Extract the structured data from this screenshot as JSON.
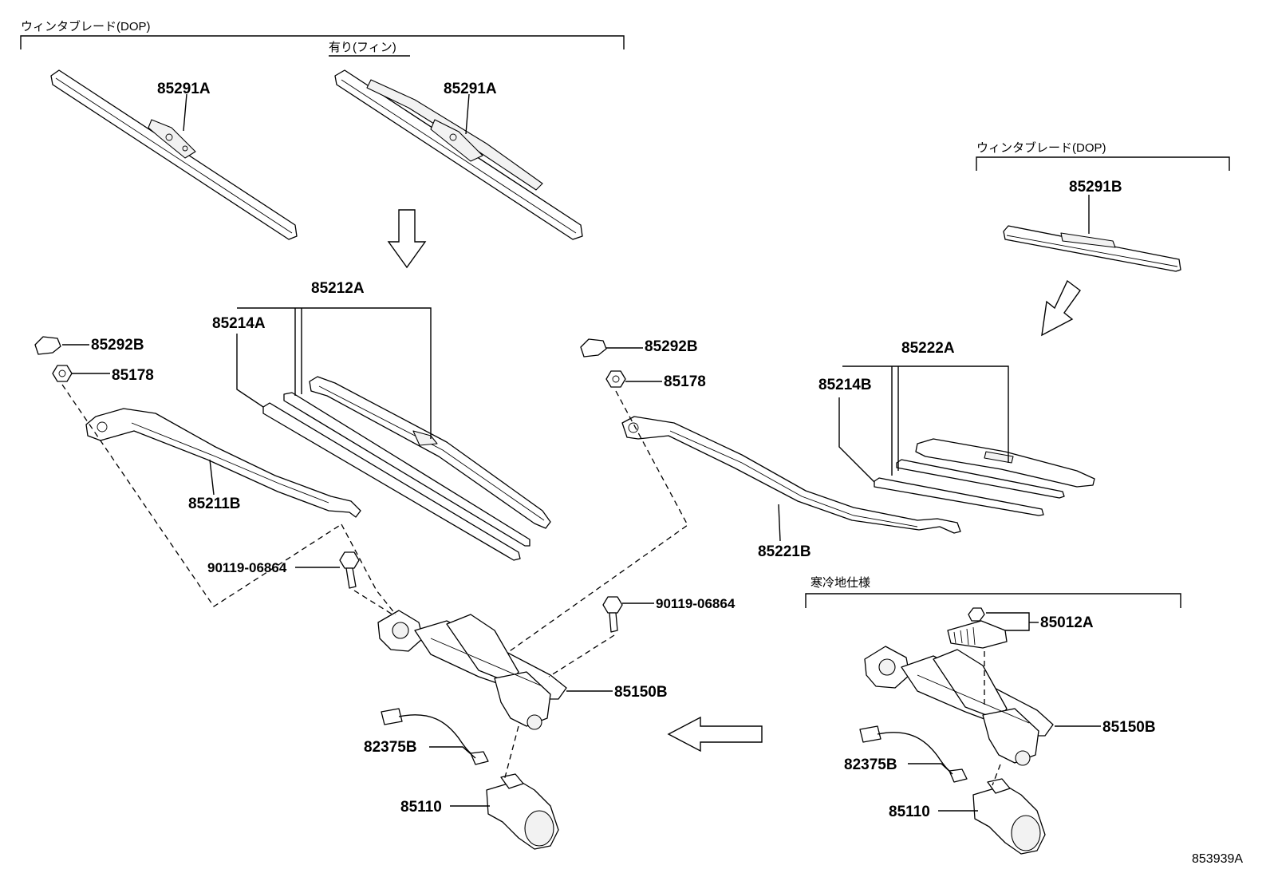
{
  "group_labels": {
    "dop_left": "ウィンタブレード(DOP)",
    "fin": "有り(フィン)",
    "dop_right": "ウィンタブレード(DOP)",
    "cold_region": "寒冷地仕様"
  },
  "part_numbers": {
    "p85291a_1": "85291A",
    "p85291a_2": "85291A",
    "p85291b": "85291B",
    "p85212a": "85212A",
    "p85214a": "85214A",
    "p85292b_l": "85292B",
    "p85178_l": "85178",
    "p85211b": "85211B",
    "p90119_l": "90119-06864",
    "p85292b_r": "85292B",
    "p85178_r": "85178",
    "p90119_r": "90119-06864",
    "p85222a": "85222A",
    "p85214b": "85214B",
    "p85221b": "85221B",
    "p85150b_l": "85150B",
    "p82375b_l": "82375B",
    "p85110_l": "85110",
    "p85012a": "85012A",
    "p85150b_r": "85150B",
    "p82375b_r": "82375B",
    "p85110_r": "85110"
  },
  "drawing_number": "853939A"
}
